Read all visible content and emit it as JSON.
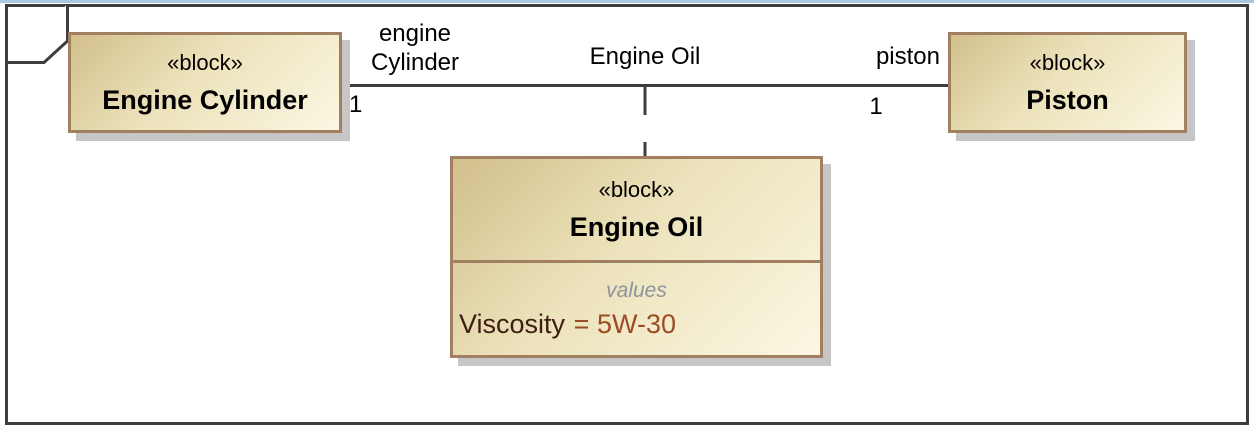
{
  "diagram": {
    "frame": {
      "name_tab_text": "",
      "border_color": "#3d3d3d",
      "top_edge_color": "#a9c7dd"
    },
    "blocks": {
      "engine_cylinder": {
        "stereotype": "«block»",
        "name": "Engine Cylinder"
      },
      "piston": {
        "stereotype": "«block»",
        "name": "Piston"
      },
      "engine_oil": {
        "stereotype": "«block»",
        "name": "Engine Oil",
        "values_compartment": {
          "label": "values",
          "entries": [
            {
              "name": "Viscosity",
              "value": "= 5W-30"
            }
          ]
        }
      }
    },
    "association": {
      "name": "Engine Oil",
      "left_end": {
        "role_line1": "engine",
        "role_line2": "Cylinder",
        "multiplicity": "1"
      },
      "right_end": {
        "role": "piston",
        "multiplicity": "1"
      }
    },
    "colors": {
      "block_fill_start": "#d2c08c",
      "block_fill_end": "#fbf7e2",
      "block_border": "#a08061",
      "block_shadow": "#c6c6c6",
      "line": "#3d3d3d",
      "values_label": "#8d939c",
      "value_name": "#3f1d12",
      "value_expression": "#9a4c26"
    }
  }
}
